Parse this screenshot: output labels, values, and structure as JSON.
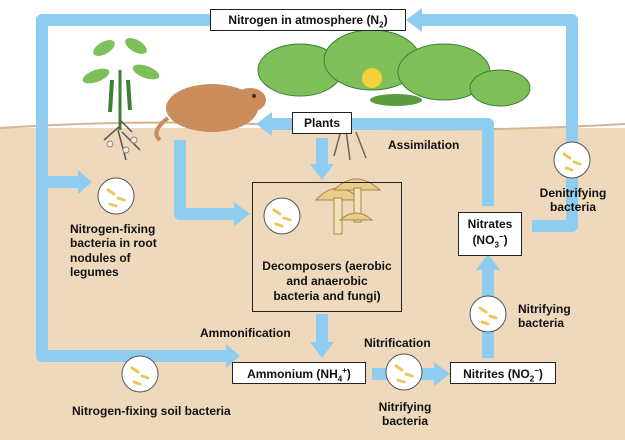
{
  "nodes": {
    "atmosphere": {
      "text": "Nitrogen in atmosphere (N",
      "sub": "2",
      "close": ")"
    },
    "plants": "Plants",
    "decomposers": [
      "Decomposers (aerobic",
      "and anaerobic",
      "bacteria and fungi)"
    ],
    "ammonium": {
      "text": "Ammonium (NH",
      "sup": "4",
      "sup2": "+",
      "close": ")"
    },
    "nitrites": {
      "text": "Nitrites (NO",
      "sub": "2",
      "sup": "−",
      "close": ")"
    },
    "nitrates": {
      "line1": "Nitrates",
      "text": "(NO",
      "sub": "3",
      "sup": "−",
      "close": ")"
    }
  },
  "labels": {
    "assimilation": "Assimilation",
    "denitrifying": [
      "Denitrifying",
      "bacteria"
    ],
    "nitrogen_fixing_root": [
      "Nitrogen-fixing",
      "bacteria in root",
      "nodules of",
      "legumes"
    ],
    "ammonification": "Ammonification",
    "nitrification": "Nitrification",
    "nitrifying_right": [
      "Nitrifying",
      "bacteria"
    ],
    "nitrifying_bottom": [
      "Nitrifying",
      "bacteria"
    ],
    "soil_bacteria": "Nitrogen-fixing soil bacteria"
  },
  "colors": {
    "sky": "#ffffff",
    "soil": "#eed9bd",
    "soil_line": "#d6b48e",
    "arrow": "#8fcdf0",
    "leaf": "#7fbf5a",
    "leaf_dark": "#3f7f35",
    "mole": "#c98c5a",
    "mushroom": "#eacb8a",
    "bacteria": "#e8c85a"
  }
}
